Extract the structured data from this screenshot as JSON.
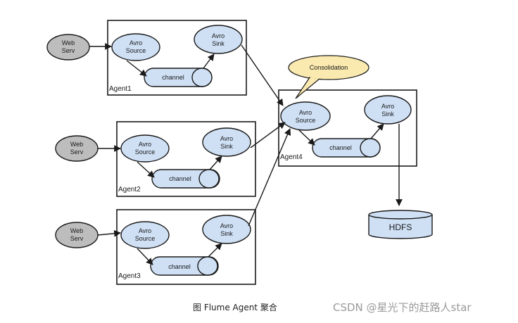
{
  "nodes": {
    "web_serv_1": "Web\nServ",
    "web_serv_2": "Web\nServ",
    "web_serv_3": "Web\nServ",
    "avro_source": "Avro\nSource",
    "avro_sink": "Avro\nSink",
    "channel": "channel",
    "hdfs": "HDFS",
    "consolidation": "Consolidation"
  },
  "agents": [
    "Agent1",
    "Agent2",
    "Agent3",
    "Agent4"
  ],
  "caption": "图 Flume Agent 聚合",
  "watermark": "CSDN @星光下的赶路人star",
  "colors": {
    "node_fill": "#cfe0f5",
    "web_fill": "#bdbdbd",
    "bubble_fill": "#fbeab0"
  }
}
